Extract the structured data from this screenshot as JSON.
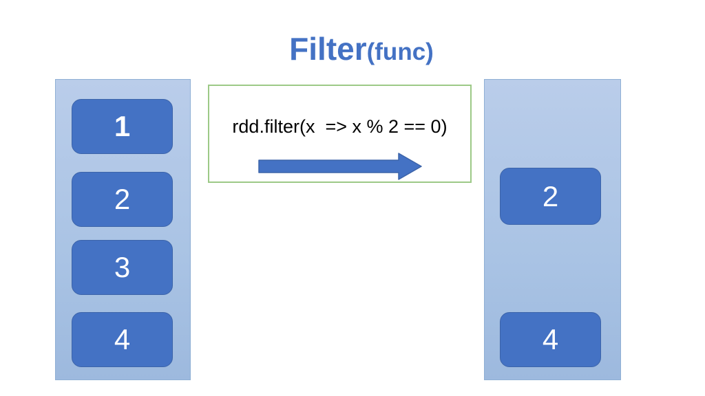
{
  "title": {
    "main": "Filter",
    "suffix": "(func)"
  },
  "operation": {
    "code": "rdd.filter(x  => x % 2 == 0)",
    "arrow_icon": "right-arrow"
  },
  "left_partition": {
    "items": [
      {
        "label": "1"
      },
      {
        "label": "2"
      },
      {
        "label": "3"
      },
      {
        "label": "4"
      }
    ]
  },
  "right_partition": {
    "items": [
      {
        "label": "2"
      },
      {
        "label": "4"
      }
    ]
  },
  "colors": {
    "accent_blue": "#4472c4",
    "block_border": "#3c64a9",
    "partition_fill_top": "#bacdea",
    "partition_fill_bottom": "#9db9de",
    "partition_border": "#8fafd4",
    "code_box_border": "#9cc986",
    "title_blue": "#4472c4",
    "block_text": "#ffffff",
    "code_text": "#000000",
    "background": "#ffffff"
  }
}
